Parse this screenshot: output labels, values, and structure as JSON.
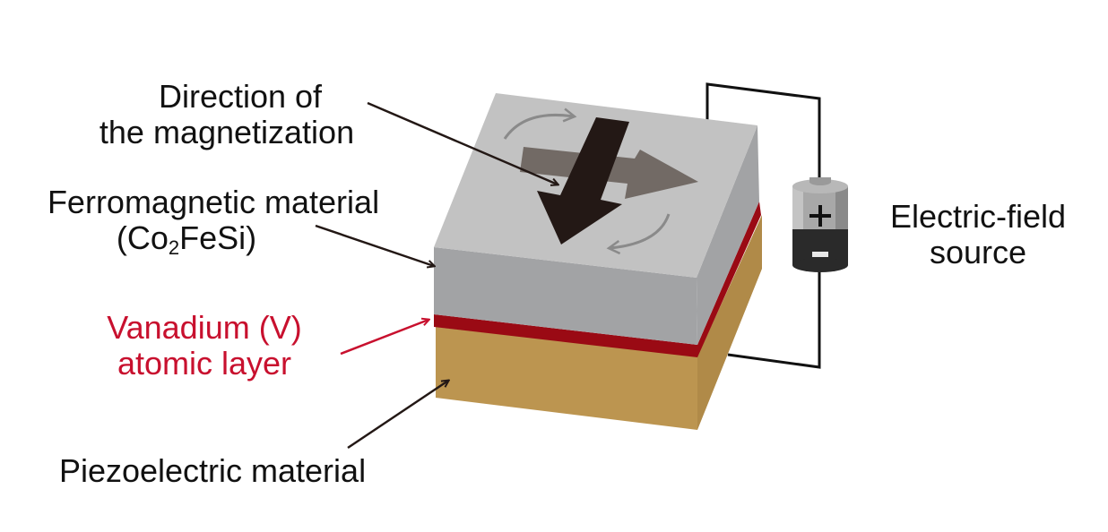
{
  "diagram": {
    "labels": {
      "magnetization_line1": "Direction of",
      "magnetization_line2": "the magnetization",
      "ferromagnetic_line1": "Ferromagnetic material",
      "ferromagnetic_formula_open": "(Co",
      "ferromagnetic_formula_sub": "2",
      "ferromagnetic_formula_rest": "FeSi)",
      "vanadium_line1": "Vanadium (V)",
      "vanadium_line2": "atomic layer",
      "piezo": "Piezoelectric material",
      "source_line1": "Electric-field",
      "source_line2": "source",
      "battery_plus": "+",
      "battery_minus": "-"
    },
    "colors": {
      "top_face": "#c2c2c2",
      "front_face": "#a2a3a5",
      "vanadium": "#9a0a14",
      "piezo": "#bc9550",
      "arrow_dark": "#231815",
      "arrow_light": "#726a65",
      "accent_red": "#c8102e"
    },
    "layers": [
      "Ferromagnetic material (Co2FeSi)",
      "Vanadium (V) atomic layer",
      "Piezoelectric material"
    ]
  }
}
